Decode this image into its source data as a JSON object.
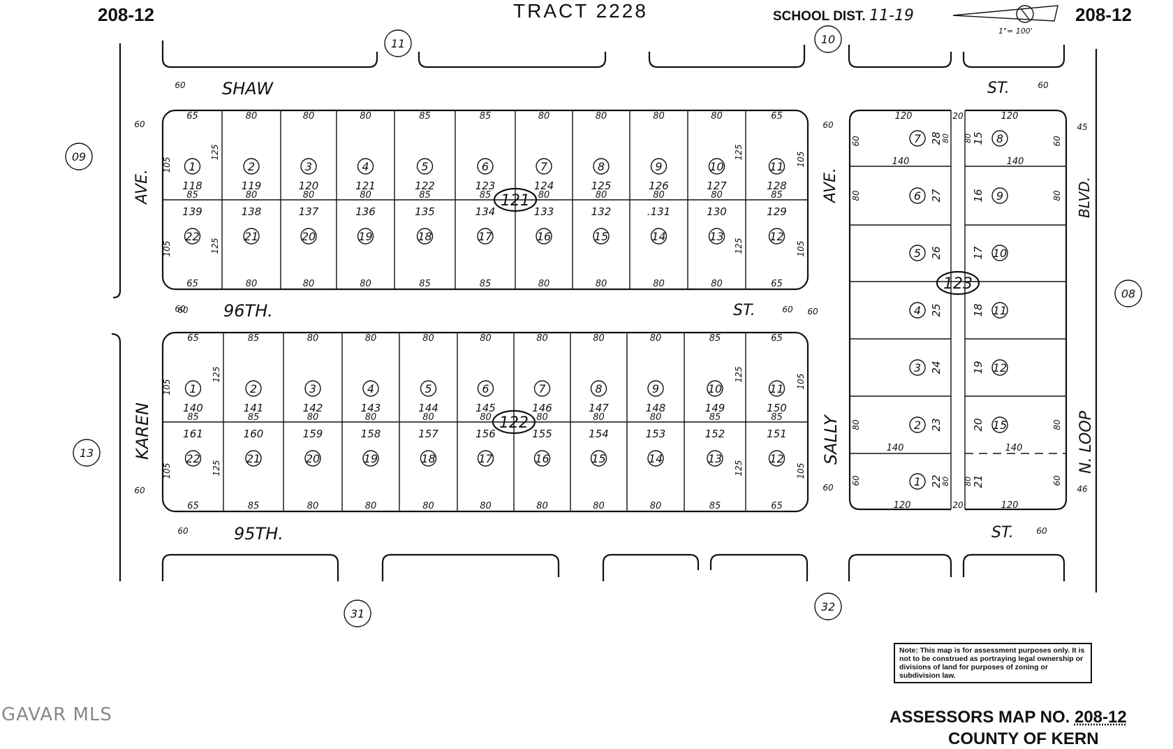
{
  "header": {
    "map_no_left": "208-12",
    "map_no_right": "208-12",
    "tract": "TRACT  2228",
    "school_label": "SCHOOL DIST.",
    "school_value": "11-19",
    "scale": "1\"= 100'"
  },
  "adjacent_maps": [
    "09",
    "11",
    "10",
    "08",
    "13",
    "31",
    "32"
  ],
  "streets": {
    "shaw": "SHAW",
    "shaw_st": "ST.",
    "st96": "96TH.",
    "st96_st": "ST.",
    "st95": "95TH.",
    "st95_st": "ST.",
    "karen_ave": "AVE.",
    "karen": "KAREN",
    "sally_ave": "AVE.",
    "sally": "SALLY",
    "blvd": "BLVD.",
    "nloop": "N. LOOP"
  },
  "street_widths": [
    "60",
    "60",
    "60",
    "60",
    "60",
    "60",
    "60",
    "60",
    "60",
    "60",
    "60",
    "60"
  ],
  "blocks": {
    "b121": {
      "label": "121",
      "top_front": [
        "65",
        "80",
        "80",
        "80",
        "85",
        "85",
        "80",
        "80",
        "80",
        "80",
        "65"
      ],
      "bottom_front": [
        "65",
        "80",
        "80",
        "80",
        "85",
        "85",
        "80",
        "80",
        "80",
        "80",
        "65"
      ],
      "mid_front": [
        "85",
        "80",
        "80",
        "80",
        "85",
        "85",
        "80",
        "80",
        "80",
        "80",
        "85"
      ],
      "top_lots": [
        "1",
        "2",
        "3",
        "4",
        "5",
        "6",
        "7",
        "8",
        "9",
        "10",
        "11"
      ],
      "top_tract": [
        "118",
        "119",
        "120",
        "121",
        "122",
        "123",
        "124",
        "125",
        "126",
        "127",
        "128"
      ],
      "bottom_lots": [
        "22",
        "21",
        "20",
        "19",
        "18",
        "17",
        "16",
        "15",
        "14",
        "13",
        "12"
      ],
      "bottom_tract": [
        "139",
        "138",
        "137",
        "136",
        "135",
        "134",
        "133",
        "132",
        ".131",
        "130",
        "129"
      ],
      "depths": [
        "105",
        "125",
        "125",
        "105",
        "105",
        "125",
        "125",
        "105"
      ]
    },
    "b122": {
      "label": "122",
      "top_front": [
        "65",
        "85",
        "80",
        "80",
        "80",
        "80",
        "80",
        "80",
        "80",
        "85",
        "65"
      ],
      "bottom_front": [
        "65",
        "85",
        "80",
        "80",
        "80",
        "80",
        "80",
        "80",
        "80",
        "85",
        "65"
      ],
      "mid_front": [
        "85",
        "85",
        "80",
        "80",
        "80",
        "80",
        "80",
        "80",
        "80",
        "85",
        "85"
      ],
      "top_lots": [
        "1",
        "2",
        "3",
        "4",
        "5",
        "6",
        "7",
        "8",
        "9",
        "10",
        "11"
      ],
      "top_tract": [
        "140",
        "141",
        "142",
        "143",
        "144",
        "145",
        "146",
        "147",
        "148",
        "149",
        "150"
      ],
      "bottom_lots": [
        "22",
        "21",
        "20",
        "19",
        "18",
        "17",
        "16",
        "15",
        "14",
        "13",
        "12"
      ],
      "bottom_tract": [
        "161",
        "160",
        "159",
        "158",
        "157",
        "156",
        "155",
        "154",
        "153",
        "152",
        "151"
      ],
      "depths": [
        "105",
        "125",
        "125",
        "105",
        "105",
        "125",
        "125",
        "105"
      ]
    },
    "b123": {
      "label": "123",
      "left_lots": [
        "7",
        "6",
        "5",
        "4",
        "3",
        "2",
        "1"
      ],
      "left_tract": [
        "28",
        "27",
        "26",
        "25",
        "24",
        "23",
        "22"
      ],
      "right_lots": [
        "8",
        "9",
        "10",
        "11",
        "12",
        "15"
      ],
      "right_tract": [
        "15",
        "16",
        "17",
        "18",
        "19",
        "20",
        "21"
      ],
      "top_dims": [
        "120",
        "20",
        "120"
      ],
      "bottom_dims": [
        "120",
        "20",
        "120"
      ],
      "inner_dims": [
        "140",
        "140",
        "140",
        "140"
      ],
      "side_dims": [
        "60",
        "80",
        "80",
        "80",
        "60",
        "60",
        "80",
        "80",
        "80",
        "60"
      ],
      "small_dims": [
        "80",
        "80",
        "80",
        "80"
      ],
      "blvd_dims": [
        "45",
        "46"
      ]
    }
  },
  "note": "Note: This map is for assessment purposes only. It is not to be construed as portraying legal ownership or divisions of land for purposes of zoning or subdivision law.",
  "footer": {
    "assessor": "ASSESSORS MAP NO.",
    "assessor_no": "208-12",
    "county": "COUNTY OF KERN"
  },
  "watermark": "GAVAR MLS"
}
